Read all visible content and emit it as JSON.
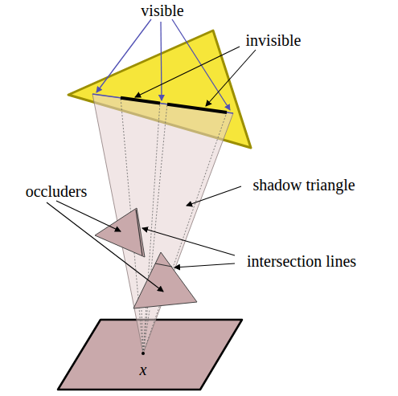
{
  "diagram": {
    "labels": [
      "visible",
      "invisible",
      "occluders",
      "shadow triangle",
      "intersection lines",
      "x"
    ]
  }
}
